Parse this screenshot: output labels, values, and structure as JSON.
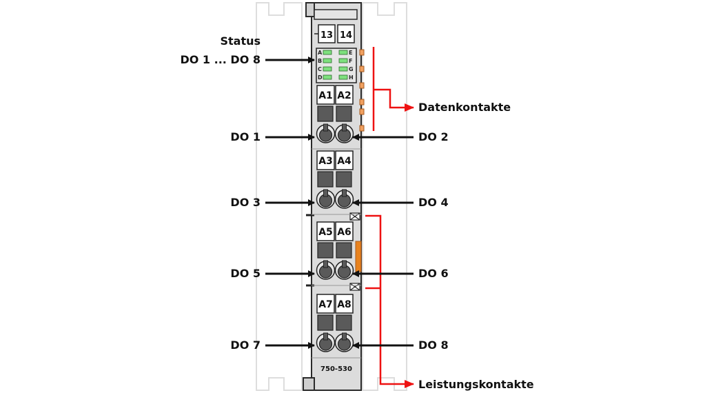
{
  "module": {
    "model": "750-530",
    "top_terminals": [
      "13",
      "14"
    ],
    "led_letters_left": [
      "A",
      "B",
      "C",
      "D"
    ],
    "led_letters_right": [
      "E",
      "F",
      "G",
      "H"
    ],
    "terminal_labels": [
      [
        "A1",
        "A2"
      ],
      [
        "A3",
        "A4"
      ],
      [
        "A5",
        "A6"
      ],
      [
        "A7",
        "A8"
      ]
    ]
  },
  "labels": {
    "status_line1": "Status",
    "status_line2": "DO 1 ... DO 8",
    "do1": "DO 1",
    "do2": "DO 2",
    "do3": "DO 3",
    "do4": "DO 4",
    "do5": "DO 5",
    "do6": "DO 6",
    "do7": "DO 7",
    "do8": "DO 8",
    "data_contacts": "Datenkontakte",
    "power_contacts": "Leistungskontakte"
  },
  "colors": {
    "led_green": "#7ee07e",
    "contact_orange": "#f0a060",
    "power_bar_orange": "#e8821e",
    "arrow_red": "#ee1111",
    "arrow_black": "#111111",
    "housing_gray": "#dcdcdc"
  }
}
